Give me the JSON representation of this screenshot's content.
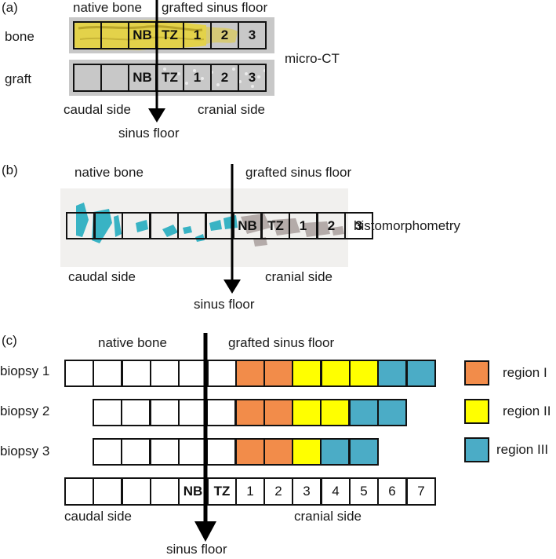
{
  "panel_a": {
    "tag": "(a)",
    "native_bone": "native bone",
    "grafted_sinus_floor": "grafted sinus floor",
    "row_bone": "bone",
    "row_graft": "graft",
    "method": "micro-CT",
    "caudal": "caudal side",
    "cranial": "cranial side",
    "sinus_floor": "sinus floor",
    "cells": [
      "NB",
      "TZ",
      "1",
      "2",
      "3"
    ]
  },
  "panel_b": {
    "tag": "(b)",
    "native_bone": "native bone",
    "grafted_sinus_floor": "grafted sinus floor",
    "method": "histomorphometry",
    "caudal": "caudal side",
    "cranial": "cranial side",
    "sinus_floor": "sinus floor",
    "cells": [
      "NB",
      "TZ",
      "1",
      "2",
      "3"
    ]
  },
  "panel_c": {
    "tag": "(c)",
    "native_bone": "native bone",
    "grafted_sinus_floor": "grafted sinus floor",
    "biopsies": [
      {
        "label": "biopsy 1",
        "regions": [
          "I",
          "I",
          "II",
          "II",
          "II",
          "III",
          "III"
        ]
      },
      {
        "label": "biopsy 2",
        "regions": [
          "I",
          "I",
          "II",
          "II",
          "III",
          "III"
        ]
      },
      {
        "label": "biopsy 3",
        "regions": [
          "I",
          "I",
          "II",
          "III",
          "III"
        ]
      }
    ],
    "legend": [
      {
        "label": "region I",
        "color": "#f28c4a"
      },
      {
        "label": "region II",
        "color": "#ffff00"
      },
      {
        "label": "region III",
        "color": "#4bacc6"
      }
    ],
    "scale_cells": [
      "",
      "",
      "",
      "",
      "NB",
      "TZ",
      "1",
      "2",
      "3",
      "4",
      "5",
      "6",
      "7"
    ],
    "caudal": "caudal side",
    "cranial": "cranial side",
    "sinus_floor": "sinus floor"
  }
}
